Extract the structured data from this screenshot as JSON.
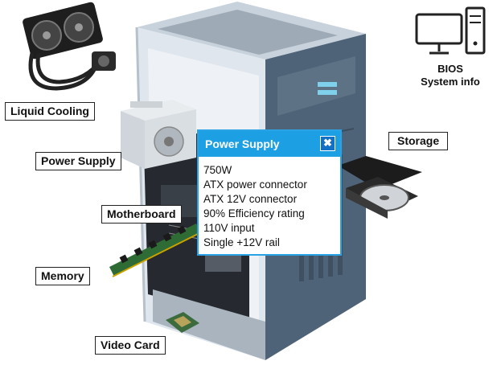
{
  "labels": {
    "liquid_cooling": "Liquid Cooling",
    "power_supply": "Power Supply",
    "motherboard": "Motherboard",
    "memory": "Memory",
    "video_card": "Video Card",
    "storage": "Storage"
  },
  "bios": {
    "line1": "BIOS",
    "line2": "System info"
  },
  "popup": {
    "title": "Power Supply",
    "close_glyph": "✖",
    "specs": [
      "750W",
      "ATX power connector",
      "ATX 12V connector",
      "90% Efficiency rating",
      "110V input",
      "Single +12V rail"
    ]
  },
  "colors": {
    "popup_header": "#1d9fe4",
    "popup_border": "#2aa3e6",
    "close_button": "#1270c6",
    "case_front": "#4f6378",
    "case_side": "#dfe6ee"
  },
  "icons": [
    "computer-icon",
    "close-icon"
  ]
}
